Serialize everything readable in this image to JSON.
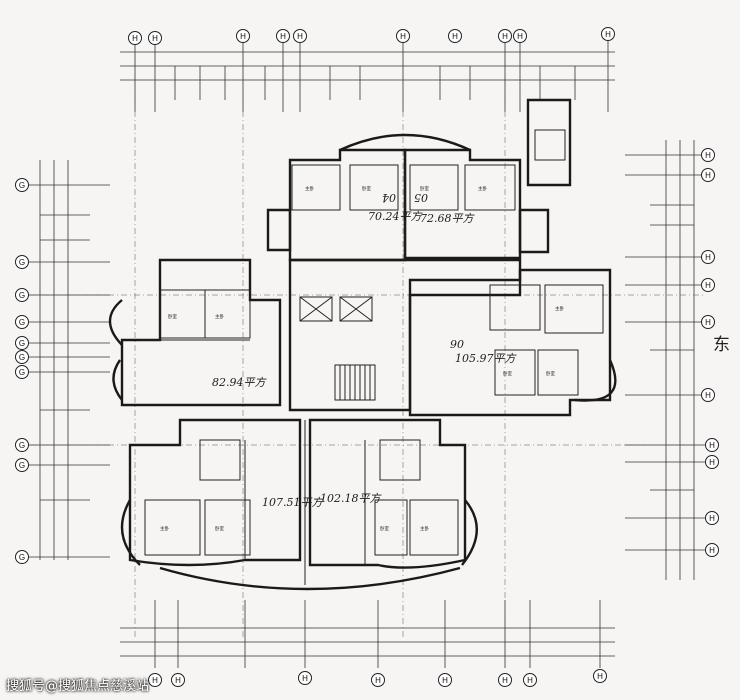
{
  "axis_bubbles": [
    {
      "id": "top-1",
      "label": "H"
    },
    {
      "id": "top-2",
      "label": "H"
    },
    {
      "id": "top-3",
      "label": "H"
    },
    {
      "id": "top-4",
      "label": "H"
    },
    {
      "id": "top-5",
      "label": "H"
    },
    {
      "id": "top-6",
      "label": "H"
    },
    {
      "id": "top-7",
      "label": "H"
    },
    {
      "id": "top-8",
      "label": "H"
    },
    {
      "id": "top-9",
      "label": "H"
    },
    {
      "id": "top-10",
      "label": "H"
    },
    {
      "id": "left-1",
      "label": "G"
    },
    {
      "id": "left-2",
      "label": "G"
    },
    {
      "id": "left-3",
      "label": "G"
    },
    {
      "id": "left-4",
      "label": "G"
    },
    {
      "id": "left-5",
      "label": "G"
    },
    {
      "id": "left-6",
      "label": "G"
    },
    {
      "id": "left-7",
      "label": "G"
    },
    {
      "id": "left-8",
      "label": "G"
    },
    {
      "id": "left-9",
      "label": "G"
    },
    {
      "id": "left-10",
      "label": "G"
    },
    {
      "id": "right-1",
      "label": "H"
    },
    {
      "id": "right-2",
      "label": "H"
    },
    {
      "id": "right-3",
      "label": "H"
    },
    {
      "id": "right-4",
      "label": "H"
    },
    {
      "id": "right-5",
      "label": "H"
    },
    {
      "id": "right-6",
      "label": "H"
    },
    {
      "id": "right-7",
      "label": "H"
    },
    {
      "id": "right-8",
      "label": "H"
    },
    {
      "id": "right-9",
      "label": "H"
    },
    {
      "id": "right-10",
      "label": "H"
    },
    {
      "id": "bottom-1",
      "label": "H"
    },
    {
      "id": "bottom-2",
      "label": "H"
    },
    {
      "id": "bottom-3",
      "label": "H"
    },
    {
      "id": "bottom-4",
      "label": "H"
    },
    {
      "id": "bottom-5",
      "label": "H"
    },
    {
      "id": "bottom-6",
      "label": "H"
    },
    {
      "id": "bottom-7",
      "label": "H"
    },
    {
      "id": "bottom-8",
      "label": "H"
    }
  ],
  "unit_areas": {
    "unit_04": "04",
    "unit_05": "05",
    "area_04": "70.24平方",
    "area_05": "72.68平方",
    "area_west": "82.94平方",
    "unit_east": "06",
    "area_east": "105.97平方",
    "area_sw": "107.51平方",
    "area_se": "102.18平方"
  },
  "orientation": {
    "east": "东"
  },
  "watermark": "搜狐号@搜狐焦点慈溪站",
  "colors": {
    "ink": "#1a1a1a",
    "paper": "#f7f5f3"
  }
}
